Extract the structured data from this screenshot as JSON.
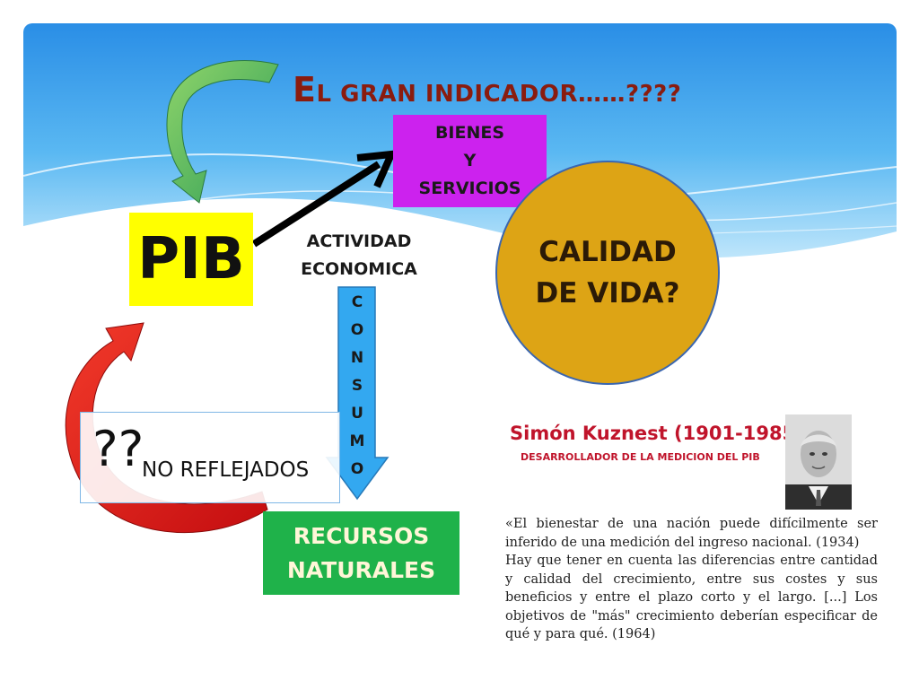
{
  "title": {
    "first_letter": "E",
    "rest": "L GRAN INDICADOR……????"
  },
  "nodes": {
    "pib": "PIB",
    "bienes": [
      "BIENES",
      "Y",
      "SERVICIOS"
    ],
    "calidad": [
      "CALIDAD",
      "DE VIDA?"
    ],
    "actividad": [
      "ACTIVIDAD",
      "ECONOMICA"
    ],
    "consumo": [
      "C",
      "O",
      "N",
      "S",
      "U",
      "M",
      "O"
    ],
    "recursos": [
      "RECURSOS",
      "NATURALES"
    ],
    "question_marks": "??",
    "no_reflejados": "NO REFLEJADOS"
  },
  "kuznets": {
    "name": "Simón Kuznest (1901-1985)",
    "role": "DESARROLLADOR DE LA MEDICION DEL PIB",
    "quote_1": "«El bienestar de una nación puede difícilmente ser inferido de una medición del ingreso nacional. (1934)",
    "quote_2": "Hay que tener en cuenta las diferencias entre cantidad y calidad del crecimiento, entre sus costes y sus beneficios y entre el plazo corto y el largo. [...] Los objetivos de \"más\" crecimiento deberían especificar de qué y para qué. (1964)"
  },
  "colors": {
    "title": "#8a1c0f",
    "pib_box": "#ffff00",
    "bienes_box": "#cc22ee",
    "calidad_circle": "#dda415",
    "recursos_box": "#1fb24a",
    "consumo_arrow": "#33a8f0",
    "red_arrow": "#e21b1b",
    "green_arrow": "#4cbf5a",
    "kuznets_text": "#c0142b"
  },
  "icons": [
    "portrait-photo",
    "curved-green-arrow",
    "curved-red-arrow",
    "black-diagonal-arrow",
    "blue-down-arrow"
  ]
}
